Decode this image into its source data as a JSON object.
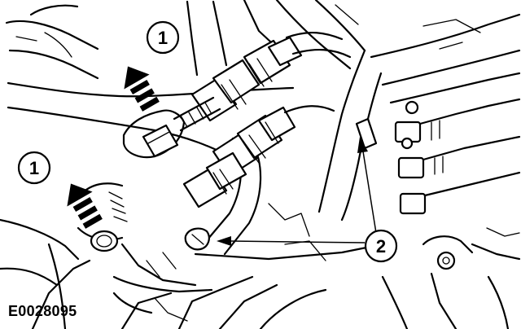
{
  "figure": {
    "reference_code": "E0028095",
    "callouts": [
      {
        "id": "callout-1-top",
        "label": "1"
      },
      {
        "id": "callout-1-left",
        "label": "1"
      },
      {
        "id": "callout-2",
        "label": "2"
      }
    ]
  }
}
